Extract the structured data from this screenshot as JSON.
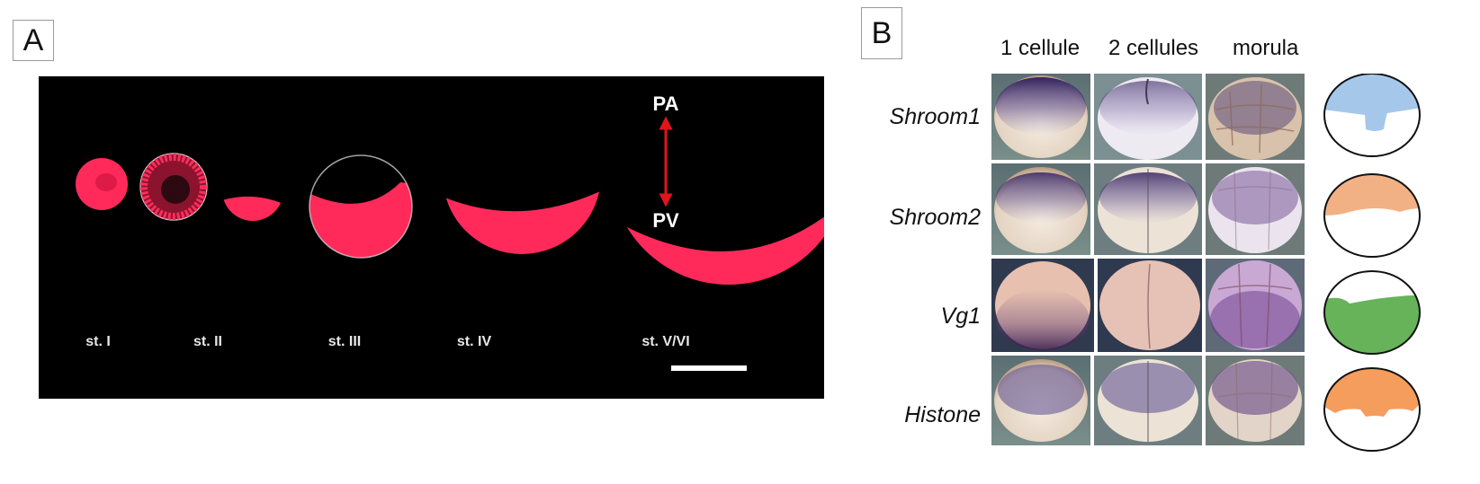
{
  "panelA": {
    "letter": "A",
    "axis_top": "PA",
    "axis_bottom": "PV",
    "stages": [
      "st. I",
      "st. II",
      "st. III",
      "st. IV",
      "st. V/VI"
    ]
  },
  "panelB": {
    "letter": "B",
    "columns": [
      "1 cellule",
      "2 cellules",
      "morula"
    ],
    "rows": [
      {
        "gene": "Shroom1",
        "color": "#a5c8ea"
      },
      {
        "gene": "Shroom2",
        "color": "#f2b185"
      },
      {
        "gene": "Vg1",
        "color": "#66b35a"
      },
      {
        "gene": "Histone",
        "color": "#f59d5c"
      }
    ]
  },
  "colors": {
    "stain_red": "#ff2a5a",
    "arrow_red": "#e0141c",
    "stain_purple": "#3b2a6e",
    "embryo_base": "#efe4d8"
  }
}
